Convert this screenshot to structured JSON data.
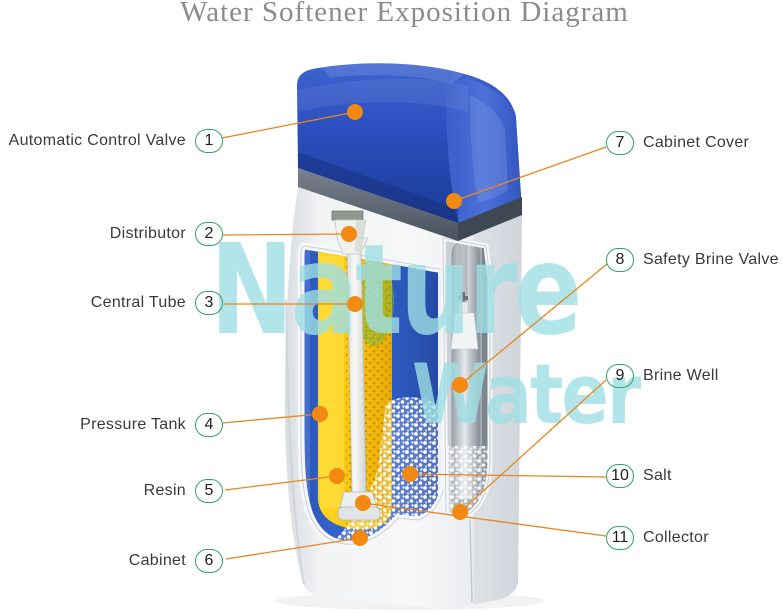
{
  "title": "Water Softener Exposition Diagram",
  "watermark": {
    "line1": "Nature",
    "line2": "Water"
  },
  "labels": [
    {
      "number": "1",
      "text": "Automatic Control Valve"
    },
    {
      "number": "2",
      "text": "Distributor"
    },
    {
      "number": "3",
      "text": "Central Tube"
    },
    {
      "number": "4",
      "text": "Pressure Tank"
    },
    {
      "number": "5",
      "text": "Resin"
    },
    {
      "number": "6",
      "text": "Cabinet"
    },
    {
      "number": "7",
      "text": "Cabinet Cover"
    },
    {
      "number": "8",
      "text": "Safety Brine Valve"
    },
    {
      "number": "9",
      "text": "Brine Well"
    },
    {
      "number": "10",
      "text": "Salt"
    },
    {
      "number": "11",
      "text": "Collector"
    }
  ],
  "colors": {
    "title_text": "#8b8b8b",
    "label_text": "#3a3a3a",
    "badge_ring": "#2da563",
    "leader_line": "#e8861f",
    "leader_dot": "#f18913",
    "watermark": "#9edfe4",
    "cover_blue": "#2a4dbd",
    "tank_blue": "#2c58bc",
    "resin_yellow": "#f2bd0a",
    "cabinet_white": "#eef0f2"
  }
}
